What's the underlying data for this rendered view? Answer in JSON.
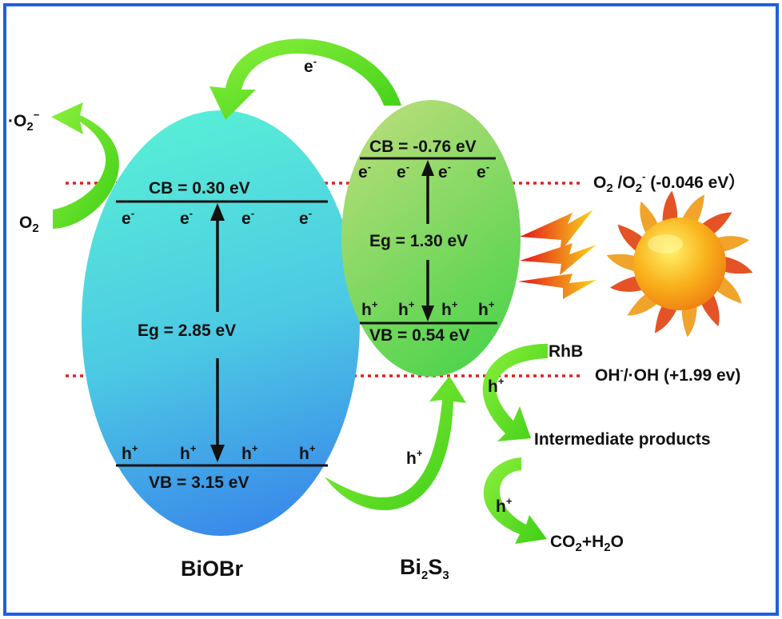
{
  "colors": {
    "frame": "#1f5fe0",
    "green_arrow": "#55e61c",
    "dotted_line": "#e02020",
    "biobr_fill_top": "#55ecd8",
    "biobr_fill_bottom": "#3b8ee8",
    "bi2s3_fill_top": "#b5dc75",
    "bi2s3_fill_bottom": "#4dd14b",
    "sun_core": "#f7a21b",
    "sun_ray": "#e94e1b"
  },
  "biobr": {
    "name": "BiOBr",
    "cb": "CB = 0.30 eV",
    "eg": "Eg = 2.85 eV",
    "vb": "VB = 3.15 eV",
    "electrons": [
      "e",
      "e",
      "e",
      "e"
    ],
    "holes": [
      "h",
      "h",
      "h",
      "h"
    ]
  },
  "bi2s3": {
    "name_main": "Bi",
    "name_sub1": "2",
    "name_mid": "S",
    "name_sub2": "3",
    "cb": "CB = -0.76 eV",
    "eg": "Eg = 1.30 eV",
    "vb": "VB = 0.54 eV",
    "electrons": [
      "e",
      "e",
      "e",
      "e"
    ],
    "holes": [
      "h",
      "h",
      "h",
      "h"
    ]
  },
  "charges": {
    "electron_base": "e",
    "electron_sup": "-",
    "hole_base": "h",
    "hole_sup": "+"
  },
  "transfer": {
    "electron_label": "e",
    "electron_sup": "-",
    "hole_label": "h",
    "hole_sup": "+"
  },
  "oxygen": {
    "o2_base": "O",
    "o2_sub": "2",
    "radical_dot": "·",
    "radical_base": "O",
    "radical_sub": "2",
    "radical_sup": "−"
  },
  "levels": {
    "o2_level_a": "O",
    "o2_level_sub_a": "2",
    "o2_level_slash": " /O",
    "o2_level_sub_b": "2",
    "o2_level_sup": "-",
    "o2_level_value": " (-0.046 eV）",
    "oh_level_base": "OH",
    "oh_level_sup": "-",
    "oh_level_mid": "/·OH (+1.99 ev)"
  },
  "degradation": {
    "rhb": "RhB",
    "hole1": "h",
    "hole1_sup": "+",
    "intermediate": "Intermediate products",
    "hole2": "h",
    "hole2_sup": "+",
    "product_a": "CO",
    "product_sub": "2",
    "product_b": "+H",
    "product_sub2": "2",
    "product_c": "O"
  },
  "icons": {
    "sun": "sun-icon",
    "light_rays": "light-ray-icon"
  }
}
